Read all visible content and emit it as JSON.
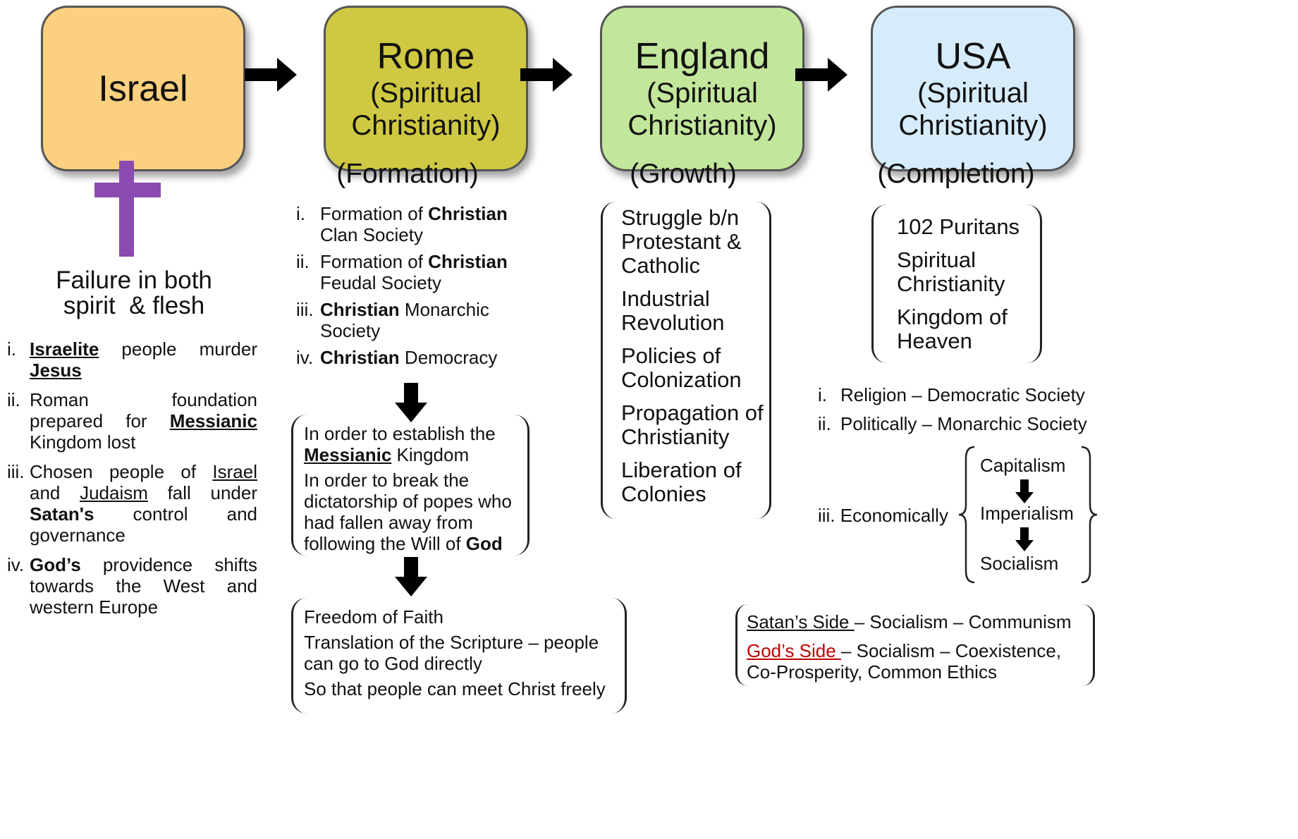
{
  "colors": {
    "israel": "#fbd07f",
    "rome": "#cfc842",
    "england": "#c2e69b",
    "usa": "#d6ecfb",
    "cross": "#8a4ab0",
    "gods_side": "#c00000"
  },
  "nations": {
    "israel": {
      "name": "Israel"
    },
    "rome": {
      "name": "Rome",
      "sub": "(Spiritual Christianity)"
    },
    "england": {
      "name": "England",
      "sub": "(Spiritual Christianity)"
    },
    "usa": {
      "name": "USA",
      "sub": "(Spiritual Christianity)"
    }
  },
  "stages": {
    "rome": "(Formation)",
    "england": "(Growth)",
    "usa": "(Completion)"
  },
  "israel_col": {
    "failure_line1": "Failure in both",
    "failure_line2": "spirit  & flesh",
    "i_num": "i.",
    "i_a": "Israelite",
    "i_b": " people murder ",
    "i_c": "Jesus",
    "ii_num": "ii.",
    "ii_a": "Roman foundation prepared for ",
    "ii_b": "Messianic",
    "ii_c": " Kingdom lost",
    "iii_num": "iii.",
    "iii_a": "Chosen people of ",
    "iii_b": "Israel",
    "iii_c": " and ",
    "iii_d": "Judaism",
    "iii_e": " fall under ",
    "iii_f": "Satan's",
    "iii_g": " control and governance",
    "iv_num": "iv.",
    "iv_a": "God’s",
    "iv_b": " providence shifts towards the West and western Europe"
  },
  "rome_col": {
    "i_num": "i.",
    "i_a": "Formation of ",
    "i_b": "Christian",
    "i_c": " Clan Society",
    "ii_num": "ii.",
    "ii_a": "Formation of ",
    "ii_b": "Christian",
    "ii_c": " Feudal Society",
    "iii_num": "iii.",
    "iii_a": "Christian",
    "iii_b": " Monarchic Society",
    "iv_num": "iv.",
    "iv_a": "Christian",
    "iv_b": " Democracy",
    "box1_a": "In order to establish the ",
    "box1_b": "Messianic",
    "box1_c": " Kingdom",
    "box1_d": "In order to break the dictatorship of popes who had fallen away from following the Will of ",
    "box1_e": "God",
    "box2_1": "Freedom of Faith",
    "box2_2": "Translation of the Scripture – people can go to God directly",
    "box2_3": "So that people can meet Christ freely"
  },
  "england_col": {
    "items": [
      "Struggle b/n Protestant & Catholic",
      "Industrial Revolution",
      "Policies of Colonization",
      "Propagation of Christianity",
      "Liberation of Colonies"
    ]
  },
  "usa_col": {
    "items": [
      "102 Puritans",
      "Spiritual Christianity",
      "Kingdom of Heaven"
    ],
    "i_num": "i.",
    "i_text": "Religion – Democratic Society",
    "ii_num": "ii.",
    "ii_text": "Politically – Monarchic Society",
    "iii_text": "iii. Economically",
    "econ": [
      "Capitalism",
      "Imperialism",
      "Socialism"
    ],
    "satan_label": "Satan’s Side ",
    "satan_text": "– Socialism – Communism",
    "god_label": "God’s Side ",
    "god_text": "– Socialism – Coexistence, Co-Prosperity, Common Ethics"
  }
}
